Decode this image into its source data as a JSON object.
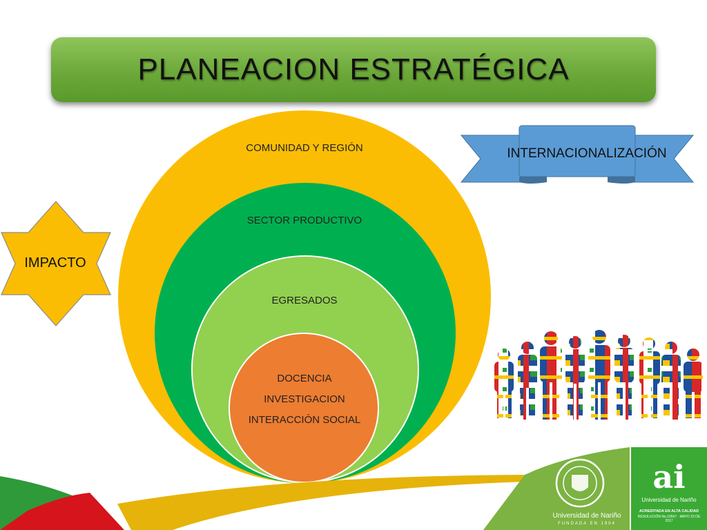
{
  "title": "PLANEACION ESTRATÉGICA",
  "circles": {
    "outer": "COMUNIDAD Y REGIÓN",
    "second": "SECTOR PRODUCTIVO",
    "third": "EGRESADOS",
    "inner": [
      "DOCENCIA",
      "INVESTIGACION",
      "INTERACCIÓN SOCIAL"
    ]
  },
  "star_label": "IMPACTO",
  "ribbon_label": "INTERNACIONALIZACIÓN",
  "logos": {
    "university": "Universidad de Nariño",
    "founded": "FUNDADA EN 1904",
    "ai_mark": "ai",
    "ai_university": "Universidad de Nariño",
    "ai_accreditation": "ACREDITADA EN ALTA CALIDAD",
    "ai_resolution": "RESOLUCIÓN No.10567 - MAYO 23 DE 2017"
  },
  "colors": {
    "banner": "#6ca83a",
    "outer_circle": "#fbbd04",
    "second_circle": "#00b050",
    "third_circle": "#92d050",
    "inner_circle": "#ed7d31",
    "star": "#fbbd04",
    "ribbon": "#5b9bd5"
  }
}
